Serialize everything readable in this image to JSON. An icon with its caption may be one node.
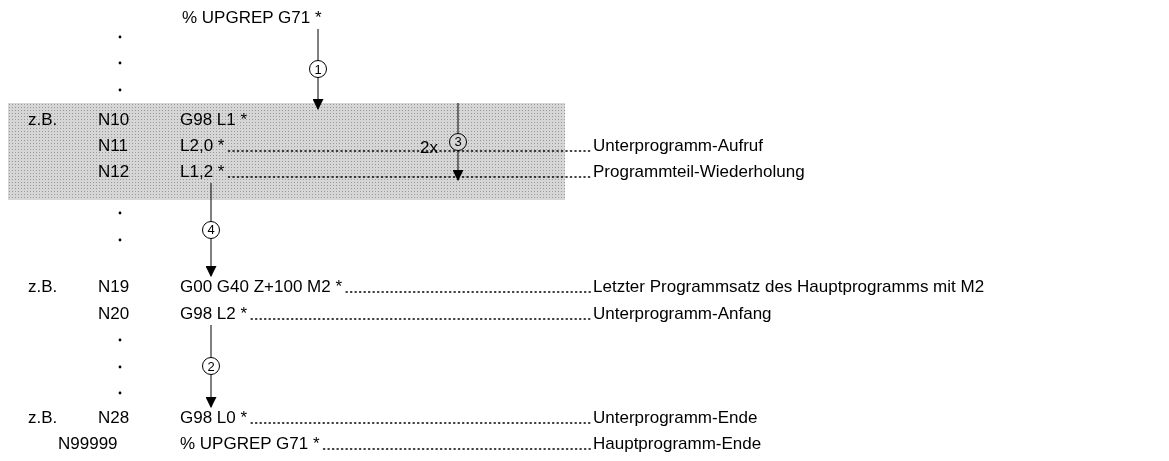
{
  "diagram": {
    "nodes": [
      {
        "text": [
          "% UPGREP G71 *"
        ]
      },
      {
        "text": [],
        "shape": "band"
      },
      {
        "text": [
          "G98 L1 *"
        ],
        "in": 1
      },
      {
        "text": [
          "L2,0 *"
        ],
        "in": 1
      },
      {
        "text": [
          "L1,2 *"
        ],
        "in": 1
      },
      {
        "text": [
          "Unterprogramm-Aufruf"
        ]
      },
      {
        "text": [
          "Programmteil-Wiederholung"
        ]
      },
      {
        "text": [
          "G00 G40 Z+100 M2 *"
        ]
      },
      {
        "text": [
          "Letzter Programmsatz des Hauptprogramms mit M2"
        ]
      },
      {
        "text": [
          "G98 L2 *"
        ]
      },
      {
        "text": [
          "Unterprogramm-Anfang"
        ]
      },
      {
        "text": [
          "G98 L0 *"
        ]
      },
      {
        "text": [
          "Unterprogramm-Ende"
        ]
      },
      {
        "text": [
          "% UPGREP G71 *"
        ]
      },
      {
        "text": [
          "Hauptprogramm-Ende"
        ]
      }
    ],
    "edges": [
      {
        "from": 0,
        "to": 2,
        "arrow": "to",
        "label": "1"
      },
      {
        "from": 1,
        "to": null,
        "arrow": "to",
        "label": "3"
      },
      {
        "from": 4,
        "to": 7,
        "arrow": "to",
        "label": "4"
      },
      {
        "from": 9,
        "to": 11,
        "arrow": "to",
        "label": "2"
      },
      {
        "from": 3,
        "to": 5,
        "arrow": "none",
        "style": "dashed"
      },
      {
        "from": 4,
        "to": 6,
        "arrow": "none",
        "style": "dashed"
      },
      {
        "from": 7,
        "to": 8,
        "arrow": "none",
        "style": "dashed"
      },
      {
        "from": 9,
        "to": 10,
        "arrow": "none",
        "style": "dashed"
      },
      {
        "from": 11,
        "to": 12,
        "arrow": "none",
        "style": "dashed"
      },
      {
        "from": 13,
        "to": 14,
        "arrow": "none",
        "style": "dashed"
      }
    ],
    "labels": [
      "z.B.",
      "N10",
      "N11",
      "N12",
      "2x",
      "z.B.",
      "N19",
      "N20",
      "z.B.",
      "N28",
      "N99999"
    ]
  }
}
